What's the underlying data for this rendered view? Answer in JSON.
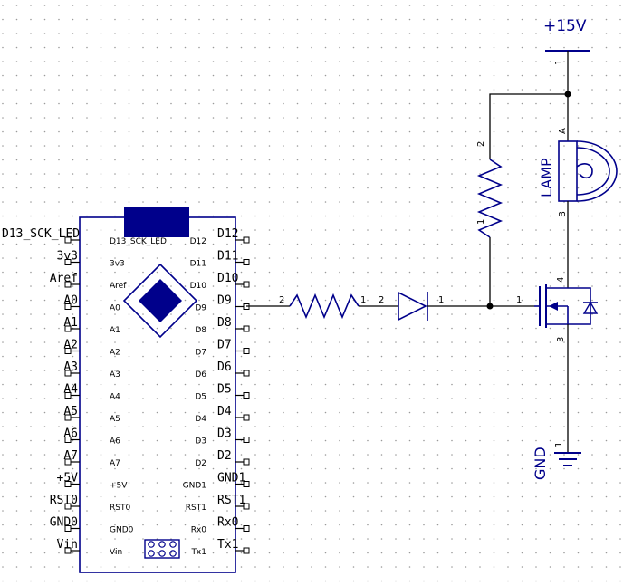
{
  "power": {
    "supply_label": "+15V",
    "ground_label": "GND",
    "supply_pin": "1",
    "ground_pin": "1"
  },
  "lamp": {
    "label": "LAMP",
    "pin_a": "A",
    "pin_b": "B"
  },
  "resistor_vertical": {
    "pin_top": "2",
    "pin_bottom": "1"
  },
  "resistor_horizontal": {
    "pin_left": "2",
    "pin_right": "1"
  },
  "diode": {
    "pin_left": "2",
    "pin_right": "1"
  },
  "mosfet": {
    "gate_pin": "1",
    "drain_pin": "4",
    "source_pin": "3"
  },
  "arduino": {
    "top_label": "D13_SCK_LED",
    "left_outer": [
      "3v3",
      "Aref",
      "A0",
      "A1",
      "A2",
      "A3",
      "A4",
      "A5",
      "A6",
      "A7",
      "+5V",
      "RST0",
      "GND0",
      "Vin"
    ],
    "left_inner": [
      "D13_SCK_LED",
      "3v3",
      "Aref",
      "A0",
      "A1",
      "A2",
      "A3",
      "A4",
      "A5",
      "A6",
      "A7",
      "+5V",
      "RST0",
      "GND0",
      "Vin"
    ],
    "right_inner": [
      "D12",
      "D11",
      "D10",
      "D9",
      "D8",
      "D7",
      "D6",
      "D5",
      "D4",
      "D3",
      "D2",
      "GND1",
      "RST1",
      "Rx0",
      "Tx1"
    ],
    "right_outer": [
      "D12",
      "D11",
      "D10",
      "D9",
      "D8",
      "D7",
      "D6",
      "D5",
      "D4",
      "D3",
      "D2",
      "GND1",
      "RST1",
      "Rx0",
      "Tx1"
    ]
  },
  "colors": {
    "component": "#00008b",
    "wire": "#000000",
    "grid_dot": "#9a9a9a",
    "background": "#ffffff"
  }
}
